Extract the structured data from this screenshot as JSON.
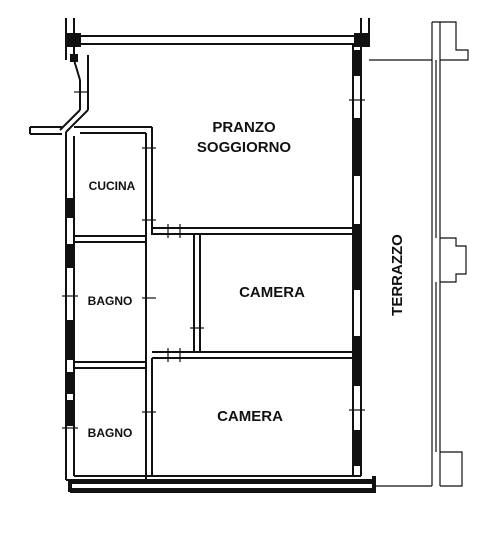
{
  "plan": {
    "rooms": {
      "pranzo_line1": "PRANZO",
      "pranzo_line2": "SOGGIORNO",
      "cucina": "CUCINA",
      "bagno_top": "BAGNO",
      "camera_top": "CAMERA",
      "camera_bottom": "CAMERA",
      "bagno_bottom": "BAGNO",
      "terrazzo": "TERRAZZO"
    },
    "colors": {
      "wall": "#111111",
      "background": "#ffffff"
    }
  }
}
